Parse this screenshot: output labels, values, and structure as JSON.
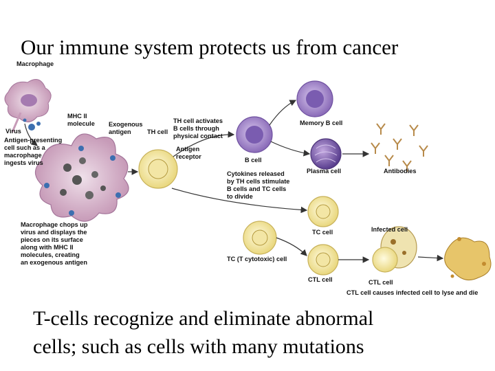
{
  "title": "Our immune system protects us from cancer",
  "caption": {
    "line1": "T-cells recognize and eliminate abnormal",
    "line2": "cells; such as cells with many mutations"
  },
  "diagram": {
    "macrophage": "Macrophage",
    "virus": "Virus",
    "apc": [
      "Antigen-presenting",
      "cell such as a",
      "macrophage",
      "ingests virus"
    ],
    "mhc": [
      "MHC II",
      "molecule"
    ],
    "exo": [
      "Exogenous",
      "antigen"
    ],
    "th_cell": "TH cell",
    "th_activates": [
      "TH cell activates",
      "B cells through",
      "physical contact"
    ],
    "antigen_receptor": [
      "Antigen",
      "receptor"
    ],
    "memory_b": "Memory B cell",
    "b_cell": "B cell",
    "plasma": "Plasma cell",
    "antibodies": "Antibodies",
    "cytokines": [
      "Cytokines released",
      "by TH cells stimulate",
      "B cells and TC cells",
      "to divide"
    ],
    "chops": [
      "Macrophage chops up",
      "virus and displays the",
      "pieces on its surface",
      "along with MHC II",
      "molecules, creating",
      "an exogenous antigen"
    ],
    "tc_cell": "TC cell",
    "infected_cell": "Infected cell",
    "tc_cytotoxic": "TC (T cytotoxic) cell",
    "ctl_cell": "CTL cell",
    "ctl_cell2": "CTL cell",
    "ctl_causes": "CTL cell causes infected cell to lyse and die"
  }
}
